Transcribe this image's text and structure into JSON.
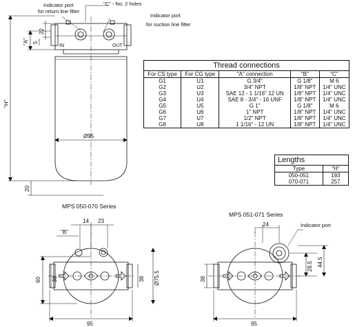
{
  "callouts": {
    "indicator_return_l1": "Indicator port",
    "indicator_return_l2": "for return line filter",
    "c_holes": "\"C\" - No. 2 holes",
    "indicator_suction_l1": "Indicator port",
    "indicator_suction_l2": "for suction line filter",
    "indicator_bottom": "Indicator port"
  },
  "side_view": {
    "dim_22": "22",
    "dim_a": "\"A\"",
    "dim_5": "5",
    "dim_h": "\"H\"",
    "dim_20": "20",
    "dim_dia95": "Ø95",
    "in_label": "IN",
    "out_label": "OUT"
  },
  "thread_table": {
    "title": "Thread connections",
    "headers": [
      "For CS type",
      "For CG type",
      "\"A\" connection",
      "\"B\"",
      "\"C\""
    ],
    "rows": [
      [
        "G1",
        "U1",
        "G 3/4\"",
        "G 1/8\"",
        "M 6"
      ],
      [
        "G2",
        "U2",
        "3/4\" NPT",
        "1/8\" NPT",
        "1/4\" UNC"
      ],
      [
        "G3",
        "U3",
        "SAE 12 - 1 1/16\" 12 UN",
        "1/8\" NPT",
        "1/4\" UNC"
      ],
      [
        "G4",
        "U4",
        "SAE 8 - 3/4\" - 16 UNF",
        "1/8\" NPT",
        "1/4\" UNC"
      ],
      [
        "G5",
        "U5",
        "G 1\"",
        "G 1/8\"",
        "M 6"
      ],
      [
        "G6",
        "U6",
        "1\" NPT",
        "1/8\" NPT",
        "1/4\" UNC"
      ],
      [
        "G7",
        "U7",
        "1/2\" NPT",
        "1/8\" NPT",
        "1/4\" UNC"
      ],
      [
        "G8",
        "U8",
        "1 1/16\" - 12 UN",
        "1/8\" NPT",
        "1/4\" UNC"
      ]
    ]
  },
  "lengths_table": {
    "title": "Lengths",
    "headers": [
      "Type",
      "\"H\""
    ],
    "rows": [
      [
        "050-051",
        "193"
      ],
      [
        "070-071",
        "257"
      ]
    ]
  },
  "left_view": {
    "title": "MPS 050-070 Series",
    "dim_14": "14",
    "dim_23": "23",
    "dim_b": "\"B\"",
    "dim_60": "60",
    "dim_38_left": "38",
    "dim_38_right": "38",
    "dim_dia75": "Ø75.5",
    "dim_95": "95"
  },
  "right_view": {
    "title": "MPS 051-071 Series",
    "dim_24": "24",
    "dim_38": "38",
    "dim_28_5": "28.5",
    "dim_44_5": "44.5",
    "dim_95": "95"
  }
}
